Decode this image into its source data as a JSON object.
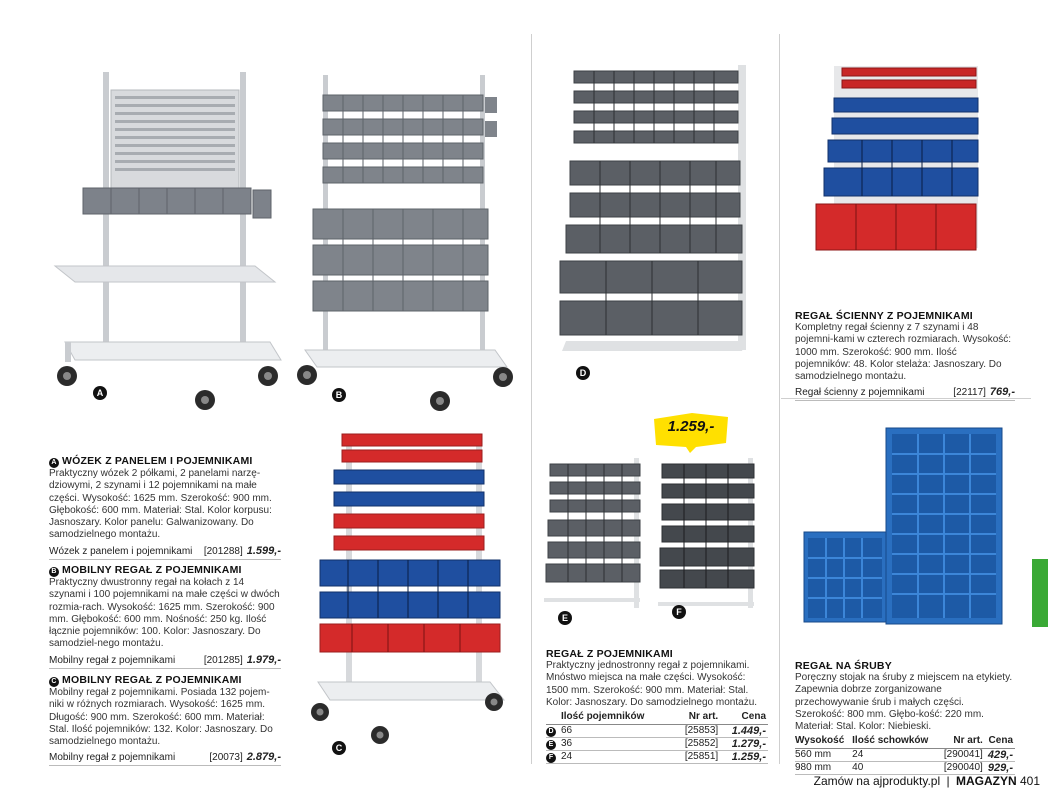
{
  "colors": {
    "shelf_gray": "#8a8f96",
    "bin_red": "#d42a2a",
    "bin_blue": "#1f4fa0",
    "cabinet_blue": "#2a6fc0",
    "accent_yellow": "#ffe000",
    "tab_green": "#3aa935"
  },
  "labels": {
    "A": "A",
    "B": "B",
    "C": "C",
    "D": "D",
    "E": "E",
    "F": "F"
  },
  "product_a": {
    "title": "Wózek z panelem i pojemnikami",
    "desc": "Praktyczny wózek 2 półkami, 2 panelami narzę-dziowymi, 2 szynami i 12 pojemnikami na małe części. Wysokość: 1625 mm. Szerokość: 900 mm. Głębokość: 600 mm. Materiał: Stal. Kolor korpusu: Jasnoszary. Kolor panelu: Galwanizowany. Do samodzielnego montażu.",
    "row": {
      "name": "Wózek z panelem i pojemnikami",
      "art": "[201288]",
      "price": "1.599,-"
    }
  },
  "product_b": {
    "title": "Mobilny regał z pojemnikami",
    "desc": "Praktyczny dwustronny regał na kołach z 14 szynami i 100 pojemnikami na małe części w dwóch rozmia-rach. Wysokość: 1625 mm. Szerokość: 900 mm. Głębokość: 600 mm. Nośność: 250 kg. Ilość łącznie pojemników: 100. Kolor: Jasnoszary. Do samodziel-nego montażu.",
    "row": {
      "name": "Mobilny regał z pojemnikami",
      "art": "[201285]",
      "price": "1.979,-"
    }
  },
  "product_c": {
    "title": "Mobilny regał z pojemnikami",
    "desc": "Mobilny regał z pojemnikami. Posiada 132 pojem-niki w różnych rozmiarach. Wysokość: 1625 mm. Długość: 900 mm. Szerokość: 600 mm. Materiał: Stal. Ilość pojemników: 132. Kolor: Jasnoszary. Do samodzielnego montażu.",
    "row": {
      "name": "Mobilny regał z pojemnikami",
      "art": "[20073]",
      "price": "2.879,-"
    }
  },
  "product_d": {
    "title": "Regał ścienny z pojemnikami",
    "desc": "Kompletny regał ścienny z 7 szynami i 48 pojemni-kami w czterech rozmiarach. Wysokość: 1000 mm. Szerokość: 900 mm. Ilość pojemników: 48. Kolor stelaża: Jasnoszary. Do samodzielnego montażu.",
    "row": {
      "name": "Regał ścienny z pojemnikami",
      "art": "[22117]",
      "price": "769,-"
    }
  },
  "product_ef": {
    "title": "Regał z pojemnikami",
    "desc": "Praktyczny jednostronny regał z pojemnikami. Mnóstwo miejsca na małe części. Wysokość: 1500 mm. Szerokość: 900 mm. Materiał: Stal. Kolor: Jasnoszary. Do samodzielnego montażu.",
    "headers": [
      "Ilość pojemników",
      "Nr art.",
      "Cena"
    ],
    "rows": [
      {
        "badge": "D",
        "count": "66",
        "art": "[25853]",
        "price": "1.449,-"
      },
      {
        "badge": "E",
        "count": "36",
        "art": "[25852]",
        "price": "1.279,-"
      },
      {
        "badge": "F",
        "count": "24",
        "art": "[25851]",
        "price": "1.259,-"
      }
    ]
  },
  "product_screw": {
    "title": "Regał na śruby",
    "desc": "Poręczny stojak na śruby z miejscem na etykiety. Zapewnia dobrze zorganizowane przechowywanie śrub i małych części. Szerokość: 800 mm. Głębo-kość: 220 mm. Materiał: Stal. Kolor: Niebieski.",
    "headers": [
      "Wysokość",
      "Ilość schowków",
      "Nr art.",
      "Cena"
    ],
    "rows": [
      {
        "height": "560 mm",
        "slots": "24",
        "art": "[290041]",
        "price": "429,-"
      },
      {
        "height": "980 mm",
        "slots": "40",
        "art": "[290040]",
        "price": "929,-"
      }
    ]
  },
  "highlight_price": "1.259,-",
  "footer": {
    "order": "Zamów na ajprodukty.pl",
    "sep": "|",
    "section": "MAGAZYN",
    "page": "401"
  }
}
